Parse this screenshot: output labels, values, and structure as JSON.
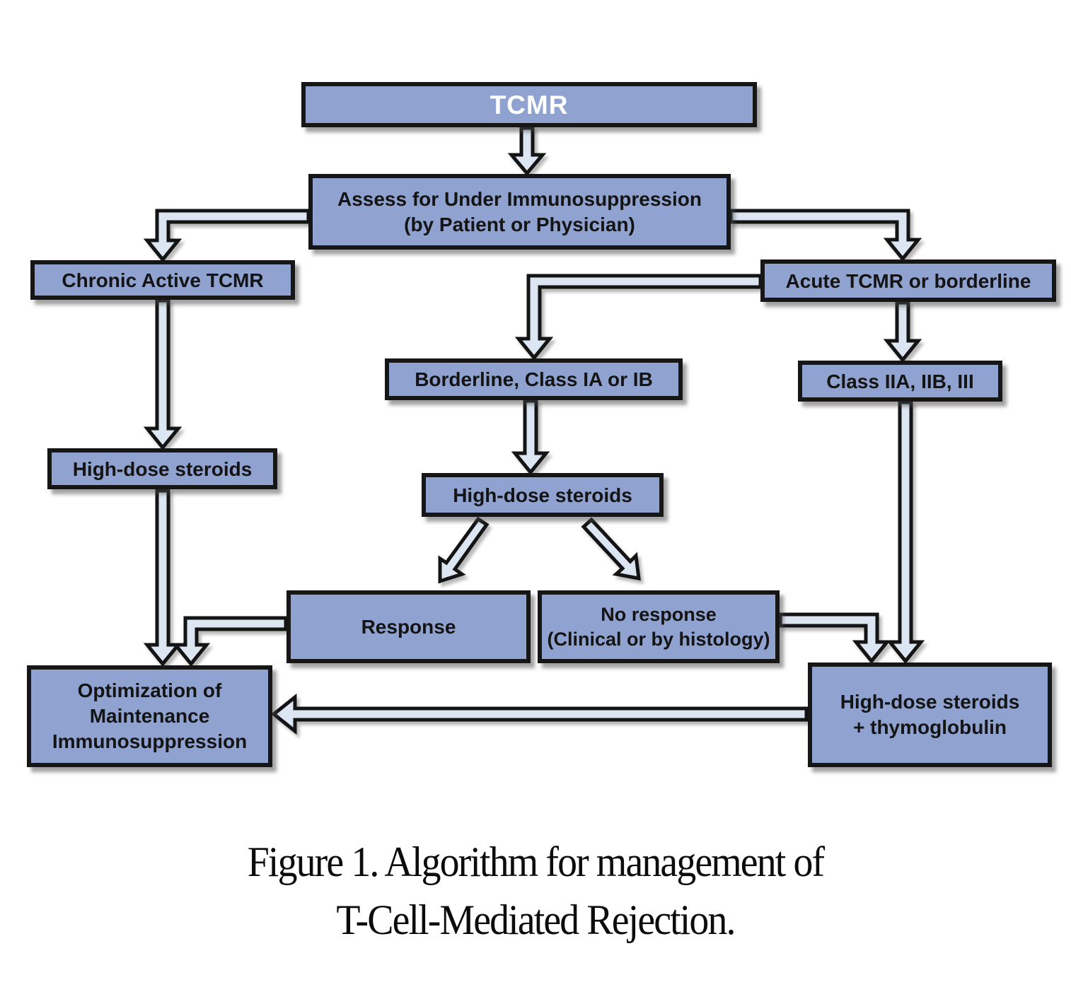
{
  "figure": {
    "caption_line1": "Figure 1. Algorithm for management of",
    "caption_line2": "T-Cell-Mediated Rejection."
  },
  "colors": {
    "box_fill": "#90a2cf",
    "box_border": "#161616",
    "arrow_fill": "#dce6f2",
    "arrow_border": "#141414",
    "title_text": "#ffffff",
    "label_text": "#141414"
  },
  "nodes": {
    "tcmr": {
      "label": "TCMR"
    },
    "assess": {
      "line1": "Assess for Under Immunosuppression",
      "line2": "(by Patient or Physician)"
    },
    "chronic": {
      "label": "Chronic Active TCMR"
    },
    "acute": {
      "label": "Acute TCMR or borderline"
    },
    "borderline": {
      "label": "Borderline, Class IA or IB"
    },
    "class2": {
      "label": "Class IIA, IIB, III"
    },
    "hds_left": {
      "label": "High-dose steroids"
    },
    "hds_center": {
      "label": "High-dose steroids"
    },
    "response": {
      "label": "Response"
    },
    "no_response": {
      "line1": "No response",
      "line2": "(Clinical or by histology)"
    },
    "optimization": {
      "line1": "Optimization of",
      "line2": "Maintenance",
      "line3": "Immunosuppression"
    },
    "hds_thymo": {
      "line1": "High-dose steroids",
      "line2": "+ thymoglobulin"
    }
  },
  "edges": [
    {
      "from": "tcmr",
      "to": "assess"
    },
    {
      "from": "assess",
      "to": "chronic"
    },
    {
      "from": "assess",
      "to": "acute"
    },
    {
      "from": "acute",
      "to": "borderline"
    },
    {
      "from": "acute",
      "to": "class2"
    },
    {
      "from": "chronic",
      "to": "hds_left"
    },
    {
      "from": "borderline",
      "to": "hds_center"
    },
    {
      "from": "hds_center",
      "to": "response"
    },
    {
      "from": "hds_center",
      "to": "no_response"
    },
    {
      "from": "hds_left",
      "to": "optimization"
    },
    {
      "from": "response",
      "to": "optimization"
    },
    {
      "from": "no_response",
      "to": "hds_thymo"
    },
    {
      "from": "class2",
      "to": "hds_thymo"
    },
    {
      "from": "hds_thymo",
      "to": "optimization"
    }
  ]
}
